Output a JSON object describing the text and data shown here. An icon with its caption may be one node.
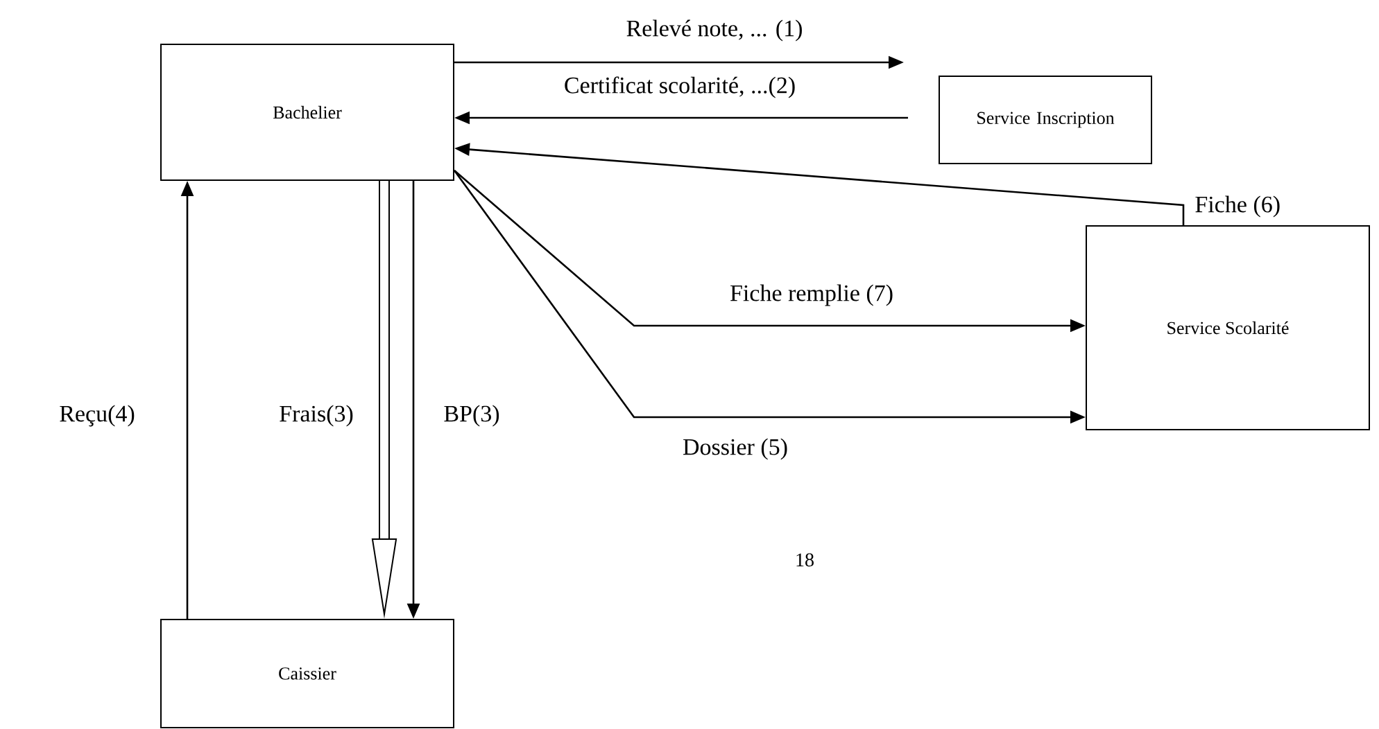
{
  "diagram": {
    "nodes": [
      {
        "text": [
          "Bachelier"
        ]
      },
      {
        "text": [
          "Service Inscription"
        ]
      },
      {
        "text": [
          "Service Scolarité"
        ]
      },
      {
        "text": [
          "Caissier"
        ]
      }
    ],
    "edges": [
      {
        "from": 0,
        "to": 1,
        "arrow": "to",
        "label": "Relevé note, ... (1)"
      },
      {
        "from": 1,
        "to": 0,
        "arrow": "to",
        "label": "Certificat scolarité, ...(2)"
      },
      {
        "from": 2,
        "to": 0,
        "arrow": "to",
        "label": "Fiche (6)"
      },
      {
        "from": 0,
        "to": 2,
        "arrow": "to",
        "label": "Fiche remplie (7)"
      },
      {
        "from": 0,
        "to": 2,
        "arrow": "to",
        "label": "Dossier (5)"
      },
      {
        "from": 3,
        "to": 0,
        "arrow": "to",
        "label": "Reçu(4)"
      },
      {
        "from": 0,
        "to": 3,
        "arrow": "to",
        "label": "Frais(3)",
        "style": "thick"
      },
      {
        "from": 0,
        "to": 3,
        "arrow": "to",
        "label": "BP(3)"
      }
    ],
    "labels": [
      "18"
    ]
  }
}
